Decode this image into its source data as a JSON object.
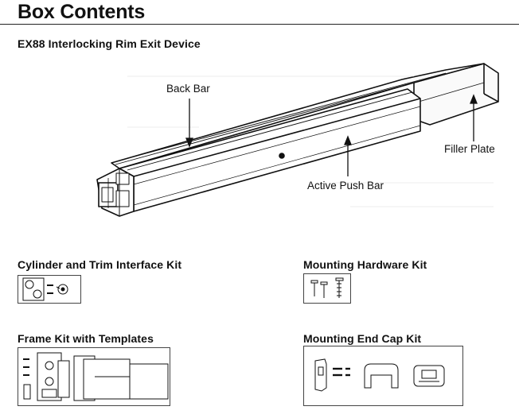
{
  "page": {
    "title": "Box Contents"
  },
  "device": {
    "heading": "EX88 Interlocking Rim Exit Device",
    "callouts": {
      "back_bar": "Back Bar",
      "filler_plate": "Filler Plate",
      "active_push_bar": "Active Push Bar"
    }
  },
  "kits": {
    "cylinder_trim": {
      "heading": "Cylinder and Trim Interface Kit"
    },
    "mounting_hardware": {
      "heading": "Mounting Hardware Kit"
    },
    "frame_kit": {
      "heading": "Frame Kit with Templates"
    },
    "end_cap": {
      "heading": "Mounting End Cap Kit"
    }
  },
  "icons": {
    "exit_device": "exit-device-illustration",
    "cylinder_kit": "cylinder-trim-parts-icon",
    "hardware_kit": "screws-bolts-icon",
    "frame_kit": "frame-brackets-template-icon",
    "end_cap_kit": "end-cap-brackets-icon"
  }
}
